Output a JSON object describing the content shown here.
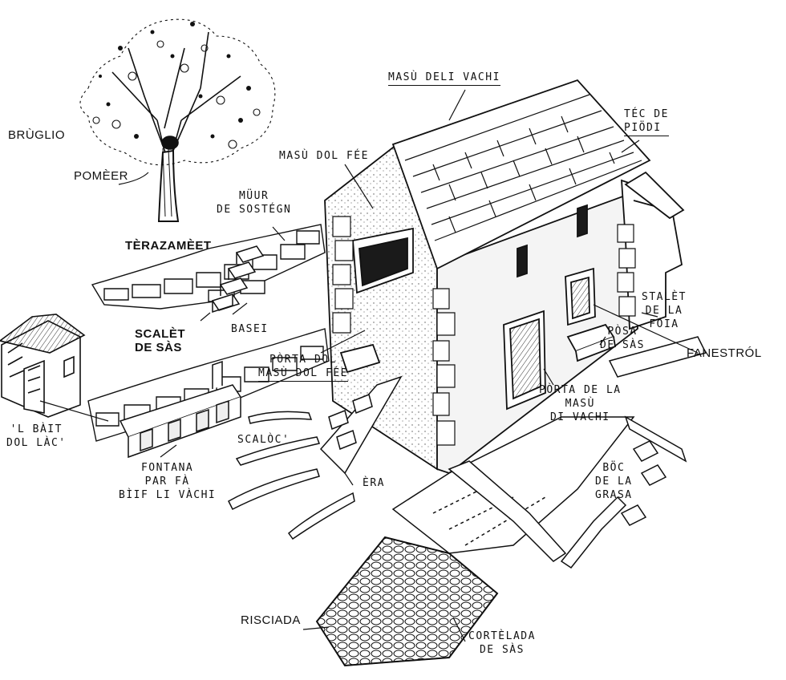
{
  "labels": {
    "bruglio": "BRÙGLIO",
    "pomeer": "POMÈER",
    "masu_deli_vachi": "MASÙ DELI VACHI",
    "tec_de_piodi": [
      "TÉC DE",
      "PIÖDI"
    ],
    "masu_dol_fee": "MASÙ DOL FÉE",
    "muur_de_sostegn": [
      "MÜUR",
      "DE SOSTÉGN"
    ],
    "terazameet": "TÈRAZAMÈET",
    "scalet_de_sas": [
      "SCALÈT",
      "DE SÀS"
    ],
    "basei": "BASEI",
    "l_bait_dol_lac": [
      "'L BÀIT",
      "DOL LÀC'"
    ],
    "fontana": [
      "FONTANA",
      "PAR FÀ",
      "BÌIF LI VÀCHI"
    ],
    "scaloc": "SCALÒC'",
    "porta_dol_masu_dol_fee": [
      "PÒRTA DOL",
      "MASÙ DOL FÉE"
    ],
    "era": "ÈRA",
    "stalet_de_la_foia": [
      "STALÈT",
      "DE LA",
      "FOIA"
    ],
    "fanestrol": "FANESTRÓL",
    "posa_de_sas": [
      "PÒSA",
      "DE SÀS"
    ],
    "porta_de_la_masu_di_vachi": [
      "PÒRTA DE LA",
      "MASÙ",
      "DI VACHI"
    ],
    "boc_de_la_grasa": [
      "BÖC",
      "DE LA",
      "GRASA"
    ],
    "risciada": "RISCIADA",
    "cortelada_de_sas": [
      "CORTÈLADA",
      "DE SÀS"
    ]
  },
  "style": {
    "ink": "#111111",
    "paper": "#ffffff",
    "stone_fill": "#f4f4f4",
    "dark_fill": "#222222"
  }
}
